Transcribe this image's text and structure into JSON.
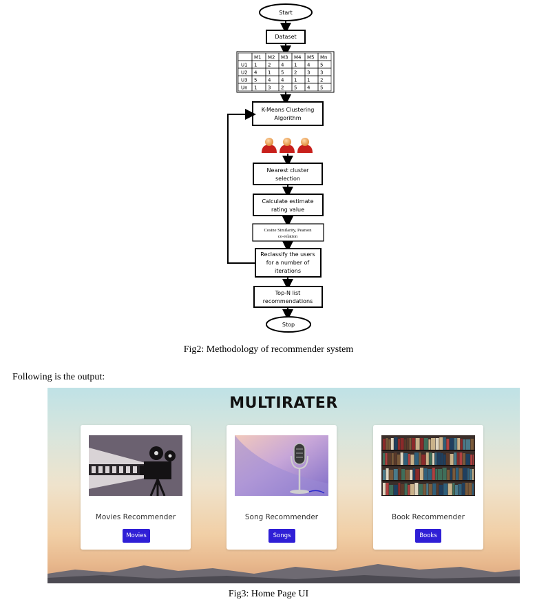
{
  "flowchart": {
    "start": "Start",
    "dataset": "Dataset",
    "matrix": {
      "headers": [
        "",
        "M1",
        "M2",
        "M3",
        "M4",
        "M5",
        "Mn"
      ],
      "rows": [
        [
          "U1",
          "1",
          "2",
          "4",
          "1",
          "4",
          "5"
        ],
        [
          "U2",
          "4",
          "1",
          "5",
          "2",
          "3",
          "3"
        ],
        [
          "U3",
          "5",
          "4",
          "4",
          "1",
          "1",
          "2"
        ],
        [
          "Un",
          "1",
          "3",
          "2",
          "5",
          "4",
          "5"
        ]
      ]
    },
    "kmeans": [
      "K-Means Clustering",
      "Algorithm"
    ],
    "nearest": [
      "Nearest cluster",
      "selection"
    ],
    "estimate": [
      "Calculate estimate",
      "rating value"
    ],
    "cosine": [
      "Cosine Similarity, Pearson",
      "co-relation"
    ],
    "reclassify": [
      "Reclassify the users",
      "for a number of",
      "iterations"
    ],
    "topn": [
      "Top-N list",
      "recommendations"
    ],
    "stop": "Stop"
  },
  "fig2_caption": "Fig2: Methodology of recommender system",
  "body_text": "Following is the output:",
  "home_ui": {
    "title": "MULTIRATER",
    "cards": [
      {
        "label": "Movies Recommender",
        "button": "Movies"
      },
      {
        "label": "Song Recommender",
        "button": "Songs"
      },
      {
        "label": "Book Recommender",
        "button": "Books"
      }
    ]
  },
  "fig3_caption": "Fig3: Home Page UI",
  "colors": {
    "button": "#2f1fd6",
    "user_icon": "#c8201c"
  }
}
